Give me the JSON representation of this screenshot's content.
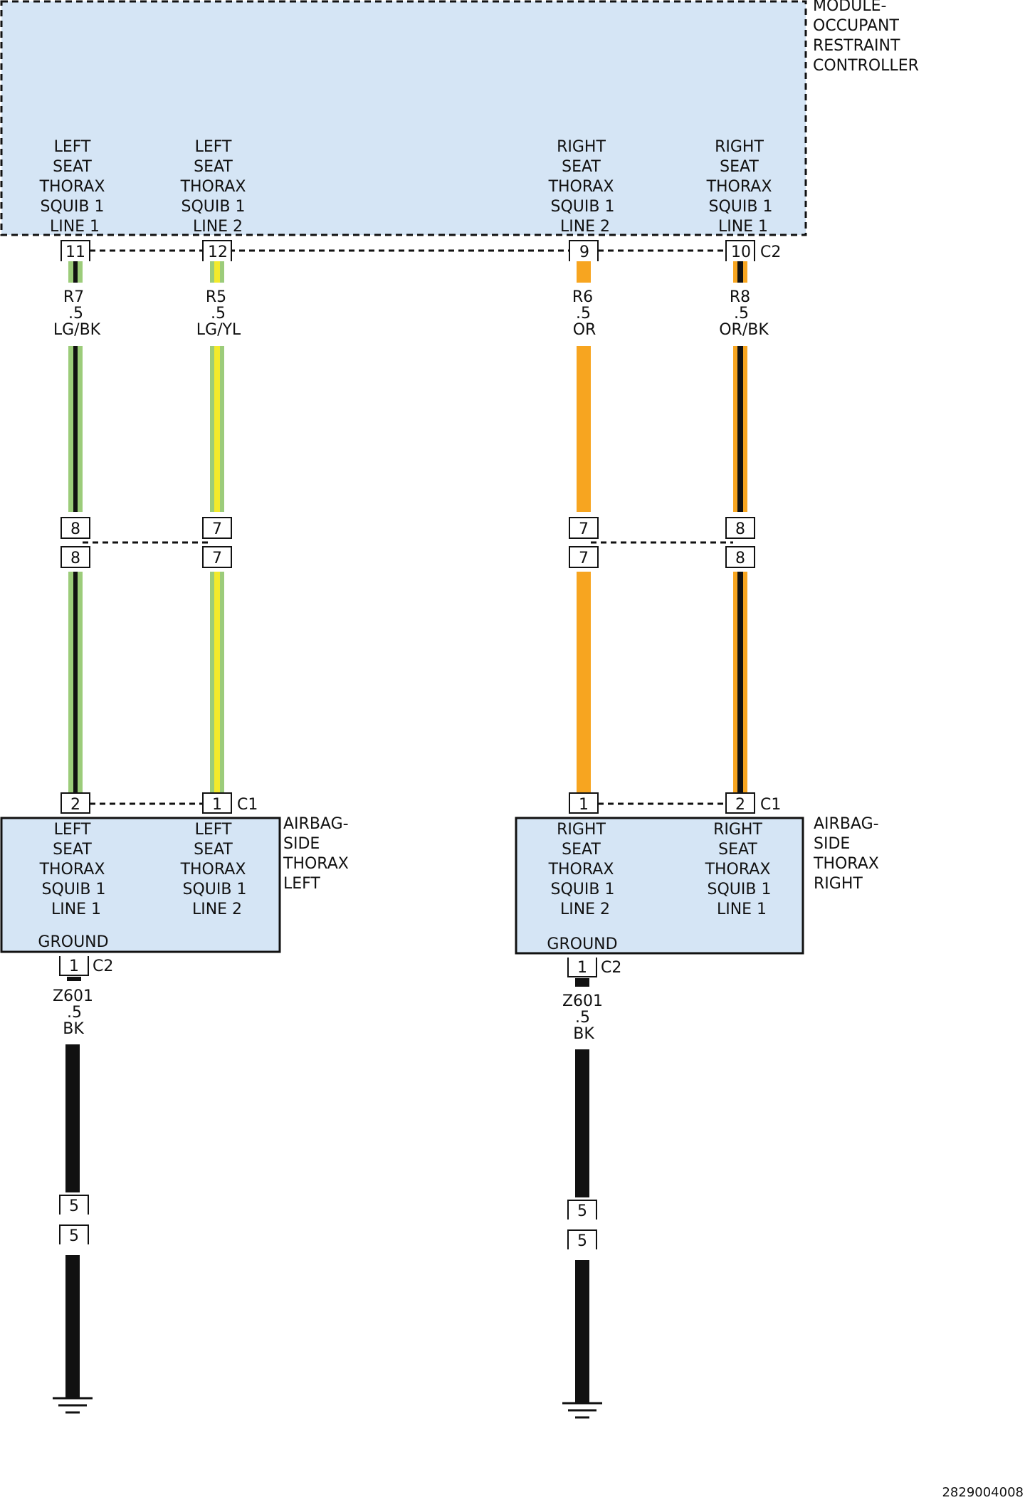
{
  "module": {
    "name_lines": [
      "MODULE-",
      "OCCUPANT",
      "RESTRAINT",
      "CONTROLLER"
    ],
    "connector": "C2",
    "fill_color": "#d5e5f5",
    "circuits": [
      {
        "label_lines": [
          "LEFT",
          "SEAT",
          "THORAX",
          "SQUIB 1",
          "LINE 1"
        ],
        "pin": "11"
      },
      {
        "label_lines": [
          "LEFT",
          "SEAT",
          "THORAX",
          "SQUIB 1",
          "LINE 2"
        ],
        "pin": "12"
      },
      {
        "label_lines": [
          "RIGHT",
          "SEAT",
          "THORAX",
          "SQUIB 1",
          "LINE 2"
        ],
        "pin": "9"
      },
      {
        "label_lines": [
          "RIGHT",
          "SEAT",
          "THORAX",
          "SQUIB 1",
          "LINE 1"
        ],
        "pin": "10"
      }
    ]
  },
  "wires": [
    {
      "circuit": "R7",
      "gauge": ".5",
      "color_code": "LG/BK",
      "base_color": "#9ccc7a",
      "stripe_color": "#111111",
      "inline_pins": [
        "8",
        "8"
      ],
      "end_pin": "2"
    },
    {
      "circuit": "R5",
      "gauge": ".5",
      "color_code": "LG/YL",
      "base_color": "#9ccc7a",
      "stripe_color": "#f2ea2c",
      "inline_pins": [
        "7",
        "7"
      ],
      "end_pin": "1"
    },
    {
      "circuit": "R6",
      "gauge": ".5",
      "color_code": "OR",
      "base_color": "#f7a520",
      "stripe_color": "",
      "inline_pins": [
        "7",
        "7"
      ],
      "end_pin": "1"
    },
    {
      "circuit": "R8",
      "gauge": ".5",
      "color_code": "OR/BK",
      "base_color": "#f7a520",
      "stripe_color": "#111111",
      "inline_pins": [
        "8",
        "8"
      ],
      "end_pin": "2"
    }
  ],
  "airbags": [
    {
      "name_lines": [
        "AIRBAG-",
        "SIDE",
        "THORAX",
        "LEFT"
      ],
      "connector_top": "C1",
      "circuits": [
        {
          "label_lines": [
            "LEFT",
            "SEAT",
            "THORAX",
            "SQUIB 1",
            "LINE 1"
          ]
        },
        {
          "label_lines": [
            "LEFT",
            "SEAT",
            "THORAX",
            "SQUIB 1",
            "LINE 2"
          ]
        }
      ],
      "ground_label": "GROUND",
      "ground_pin": "1",
      "connector_bottom": "C2",
      "ground_wire": {
        "circuit": "Z601",
        "gauge": ".5",
        "color_code": "BK"
      },
      "inline_pins": [
        "5",
        "5"
      ]
    },
    {
      "name_lines": [
        "AIRBAG-",
        "SIDE",
        "THORAX",
        "RIGHT"
      ],
      "connector_top": "C1",
      "circuits": [
        {
          "label_lines": [
            "RIGHT",
            "SEAT",
            "THORAX",
            "SQUIB 1",
            "LINE 2"
          ]
        },
        {
          "label_lines": [
            "RIGHT",
            "SEAT",
            "THORAX",
            "SQUIB 1",
            "LINE 1"
          ]
        }
      ],
      "ground_label": "GROUND",
      "ground_pin": "1",
      "connector_bottom": "C2",
      "ground_wire": {
        "circuit": "Z601",
        "gauge": ".5",
        "color_code": "BK"
      },
      "inline_pins": [
        "5",
        "5"
      ]
    }
  ],
  "figure_id": "2829004008"
}
